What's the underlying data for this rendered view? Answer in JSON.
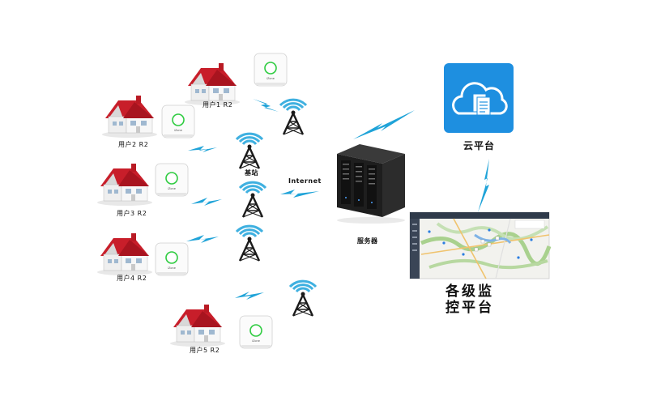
{
  "users": [
    {
      "label": "用户1 R2",
      "brand": "iZone"
    },
    {
      "label": "用户2 R2",
      "brand": "iZone"
    },
    {
      "label": "用户3 R2",
      "brand": "iZone"
    },
    {
      "label": "用户4 R2",
      "brand": "iZone"
    },
    {
      "label": "用户5 R2",
      "brand": "iZone"
    }
  ],
  "labels": {
    "base_station": "基站",
    "internet": "Internet",
    "server": "服务器",
    "cloud": "云平台",
    "monitor_line1": "各级监",
    "monitor_line2": "控平台"
  },
  "colors": {
    "link": "#1fa3d8",
    "cloud_bg": "#1e8fe0",
    "roof": "#c81e2a",
    "tower": "#1a1a1a",
    "signal": "#3fb0e0",
    "device_ring": "#2ecc40"
  },
  "icons": [
    "house-icon",
    "router-icon",
    "tower-icon",
    "server-icon",
    "cloud-document-icon",
    "monitor-map-icon",
    "wireless-link-icon"
  ]
}
